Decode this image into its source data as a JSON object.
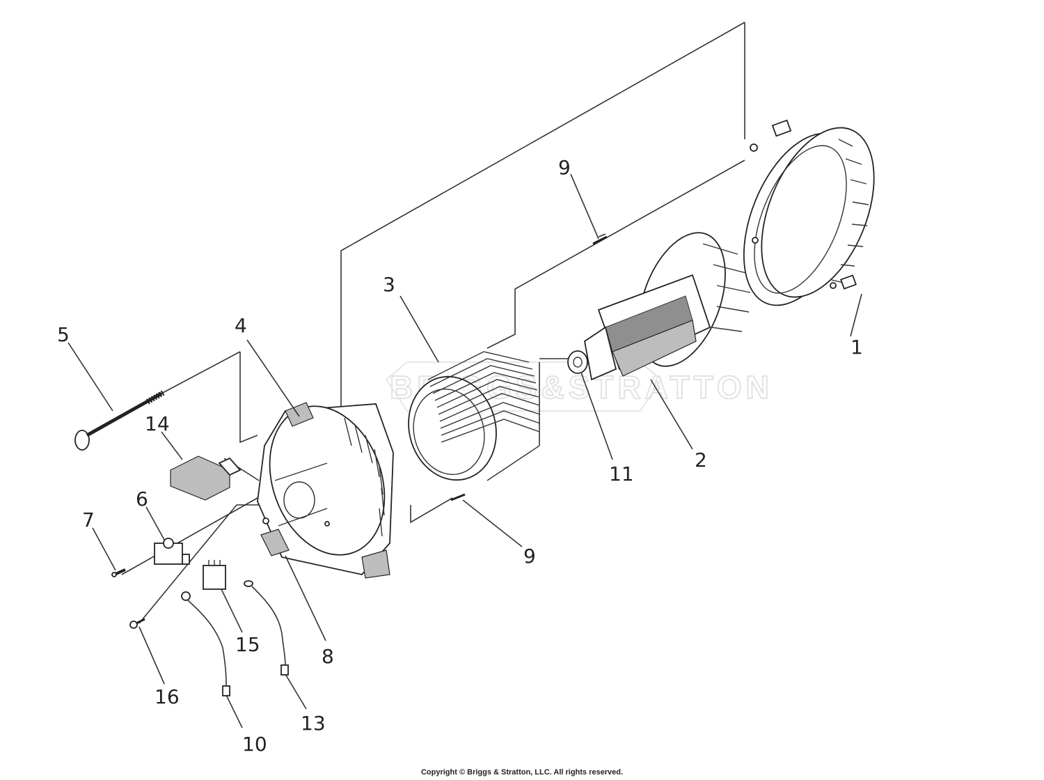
{
  "diagram": {
    "watermark_text": "BRIGGS&STRATTON",
    "copyright": "Copyright © Briggs & Stratton, LLC. All rights reserved.",
    "callouts": {
      "c1": "1",
      "c2": "2",
      "c3": "3",
      "c4": "4",
      "c5": "5",
      "c6": "6",
      "c7": "7",
      "c8": "8",
      "c9a": "9",
      "c9b": "9",
      "c10": "10",
      "c11": "11",
      "c13": "13",
      "c14": "14",
      "c15": "15",
      "c16": "16"
    }
  }
}
